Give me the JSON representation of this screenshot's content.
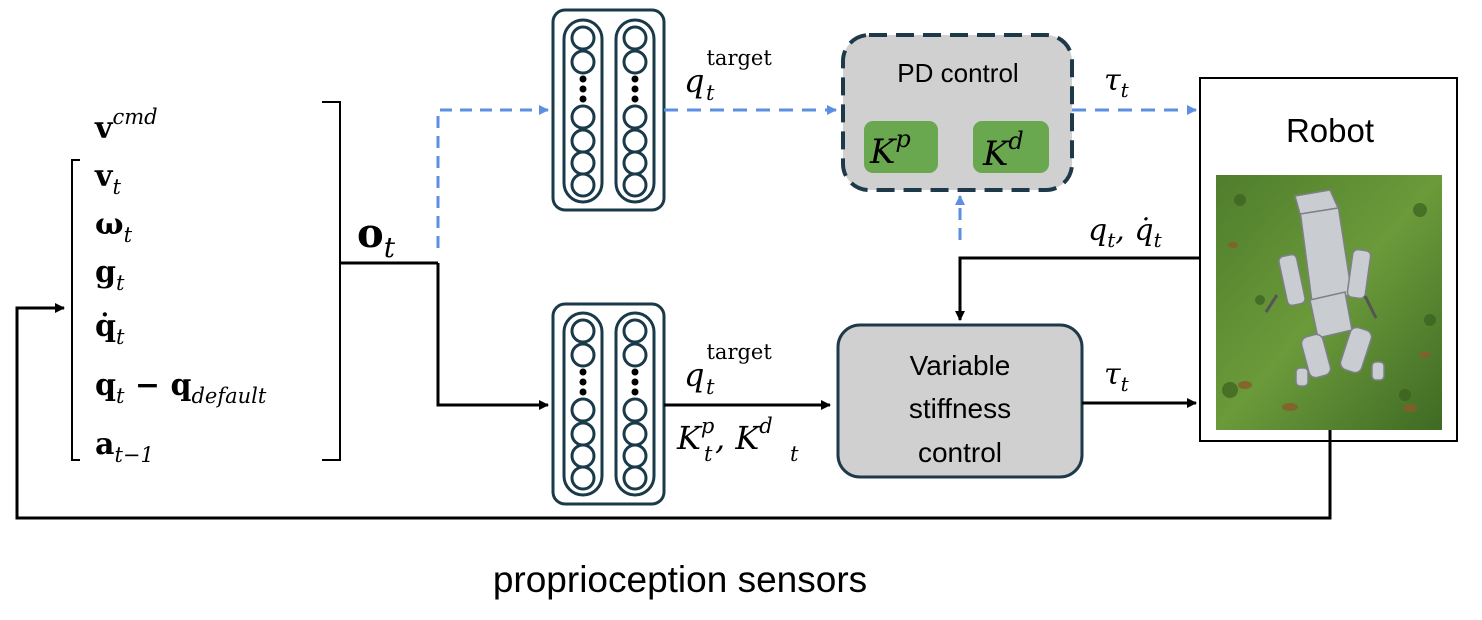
{
  "observation": {
    "items": [
      {
        "base": "v",
        "sup": "cmd"
      },
      {
        "base": "v",
        "sub": "t"
      },
      {
        "base": "ω",
        "sub": "t"
      },
      {
        "base": "g",
        "sub": "t"
      },
      {
        "base": "q̇",
        "sub": "t"
      },
      {
        "base": "q",
        "sub": "t",
        "tail": " − q",
        "tail_sub": "default"
      },
      {
        "base": "a",
        "sub": "t−1"
      }
    ],
    "vector_base": "o",
    "vector_sub": "t"
  },
  "top_path": {
    "net_output_base": "q",
    "net_output_sup": "target",
    "net_output_sub": "t",
    "controller_label": "PD control",
    "gain_p_base": "K",
    "gain_p_sup": "p",
    "gain_d_base": "K",
    "gain_d_sup": "d",
    "torque_base": "τ",
    "torque_sub": "t"
  },
  "bottom_path": {
    "net_output_base": "q",
    "net_output_sup": "target",
    "net_output_sub": "t",
    "gains_text": "K",
    "gains_p_sup": "p",
    "gains_p_sub": "t",
    "gains_sep": ", K",
    "gains_d_sup": "d",
    "gains_d_sub": "t",
    "controller_lines": [
      "Variable",
      "stiffness",
      "control"
    ],
    "torque_base": "τ",
    "torque_sub": "t"
  },
  "robot": {
    "title": "Robot",
    "state_feedback_q": "q",
    "state_feedback_q_sub": "t",
    "state_feedback_sep": ", ",
    "state_feedback_qdot": "q̇",
    "state_feedback_qdot_sub": "t"
  },
  "footer": {
    "caption": "proprioception sensors"
  },
  "colors": {
    "dashed_arrow": "#5b8fe0",
    "gain_box": "#6aa84f",
    "controller_fill": "#d0d0d0",
    "box_stroke": "#1e3a4a",
    "network_stroke": "#1a3a4a"
  }
}
